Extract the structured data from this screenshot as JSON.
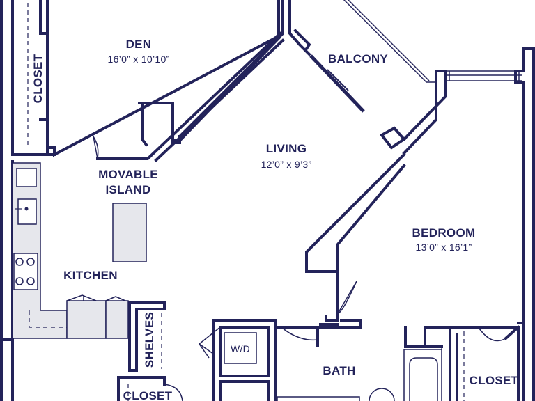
{
  "colors": {
    "line": "#23235a",
    "fill": "#e6e7ec",
    "background": "#ffffff"
  },
  "rooms": {
    "den": {
      "name": "DEN",
      "size": "16’0” x 10’10”"
    },
    "closet_left": {
      "name": "CLOSET"
    },
    "balcony": {
      "name": "BALCONY"
    },
    "living": {
      "name": "LIVING",
      "size": "12’0” x 9’3”"
    },
    "movable_island": {
      "line1": "MOVABLE",
      "line2": "ISLAND"
    },
    "kitchen": {
      "name": "KITCHEN"
    },
    "bedroom": {
      "name": "BEDROOM",
      "size": "13’0” x 16’1”"
    },
    "shelves": {
      "name": "SHELVES"
    },
    "closet_bottom": {
      "name": "CLOSET"
    },
    "wd": {
      "name": "W/D"
    },
    "bath": {
      "name": "BATH"
    },
    "closet_right": {
      "name": "CLOSET"
    }
  }
}
